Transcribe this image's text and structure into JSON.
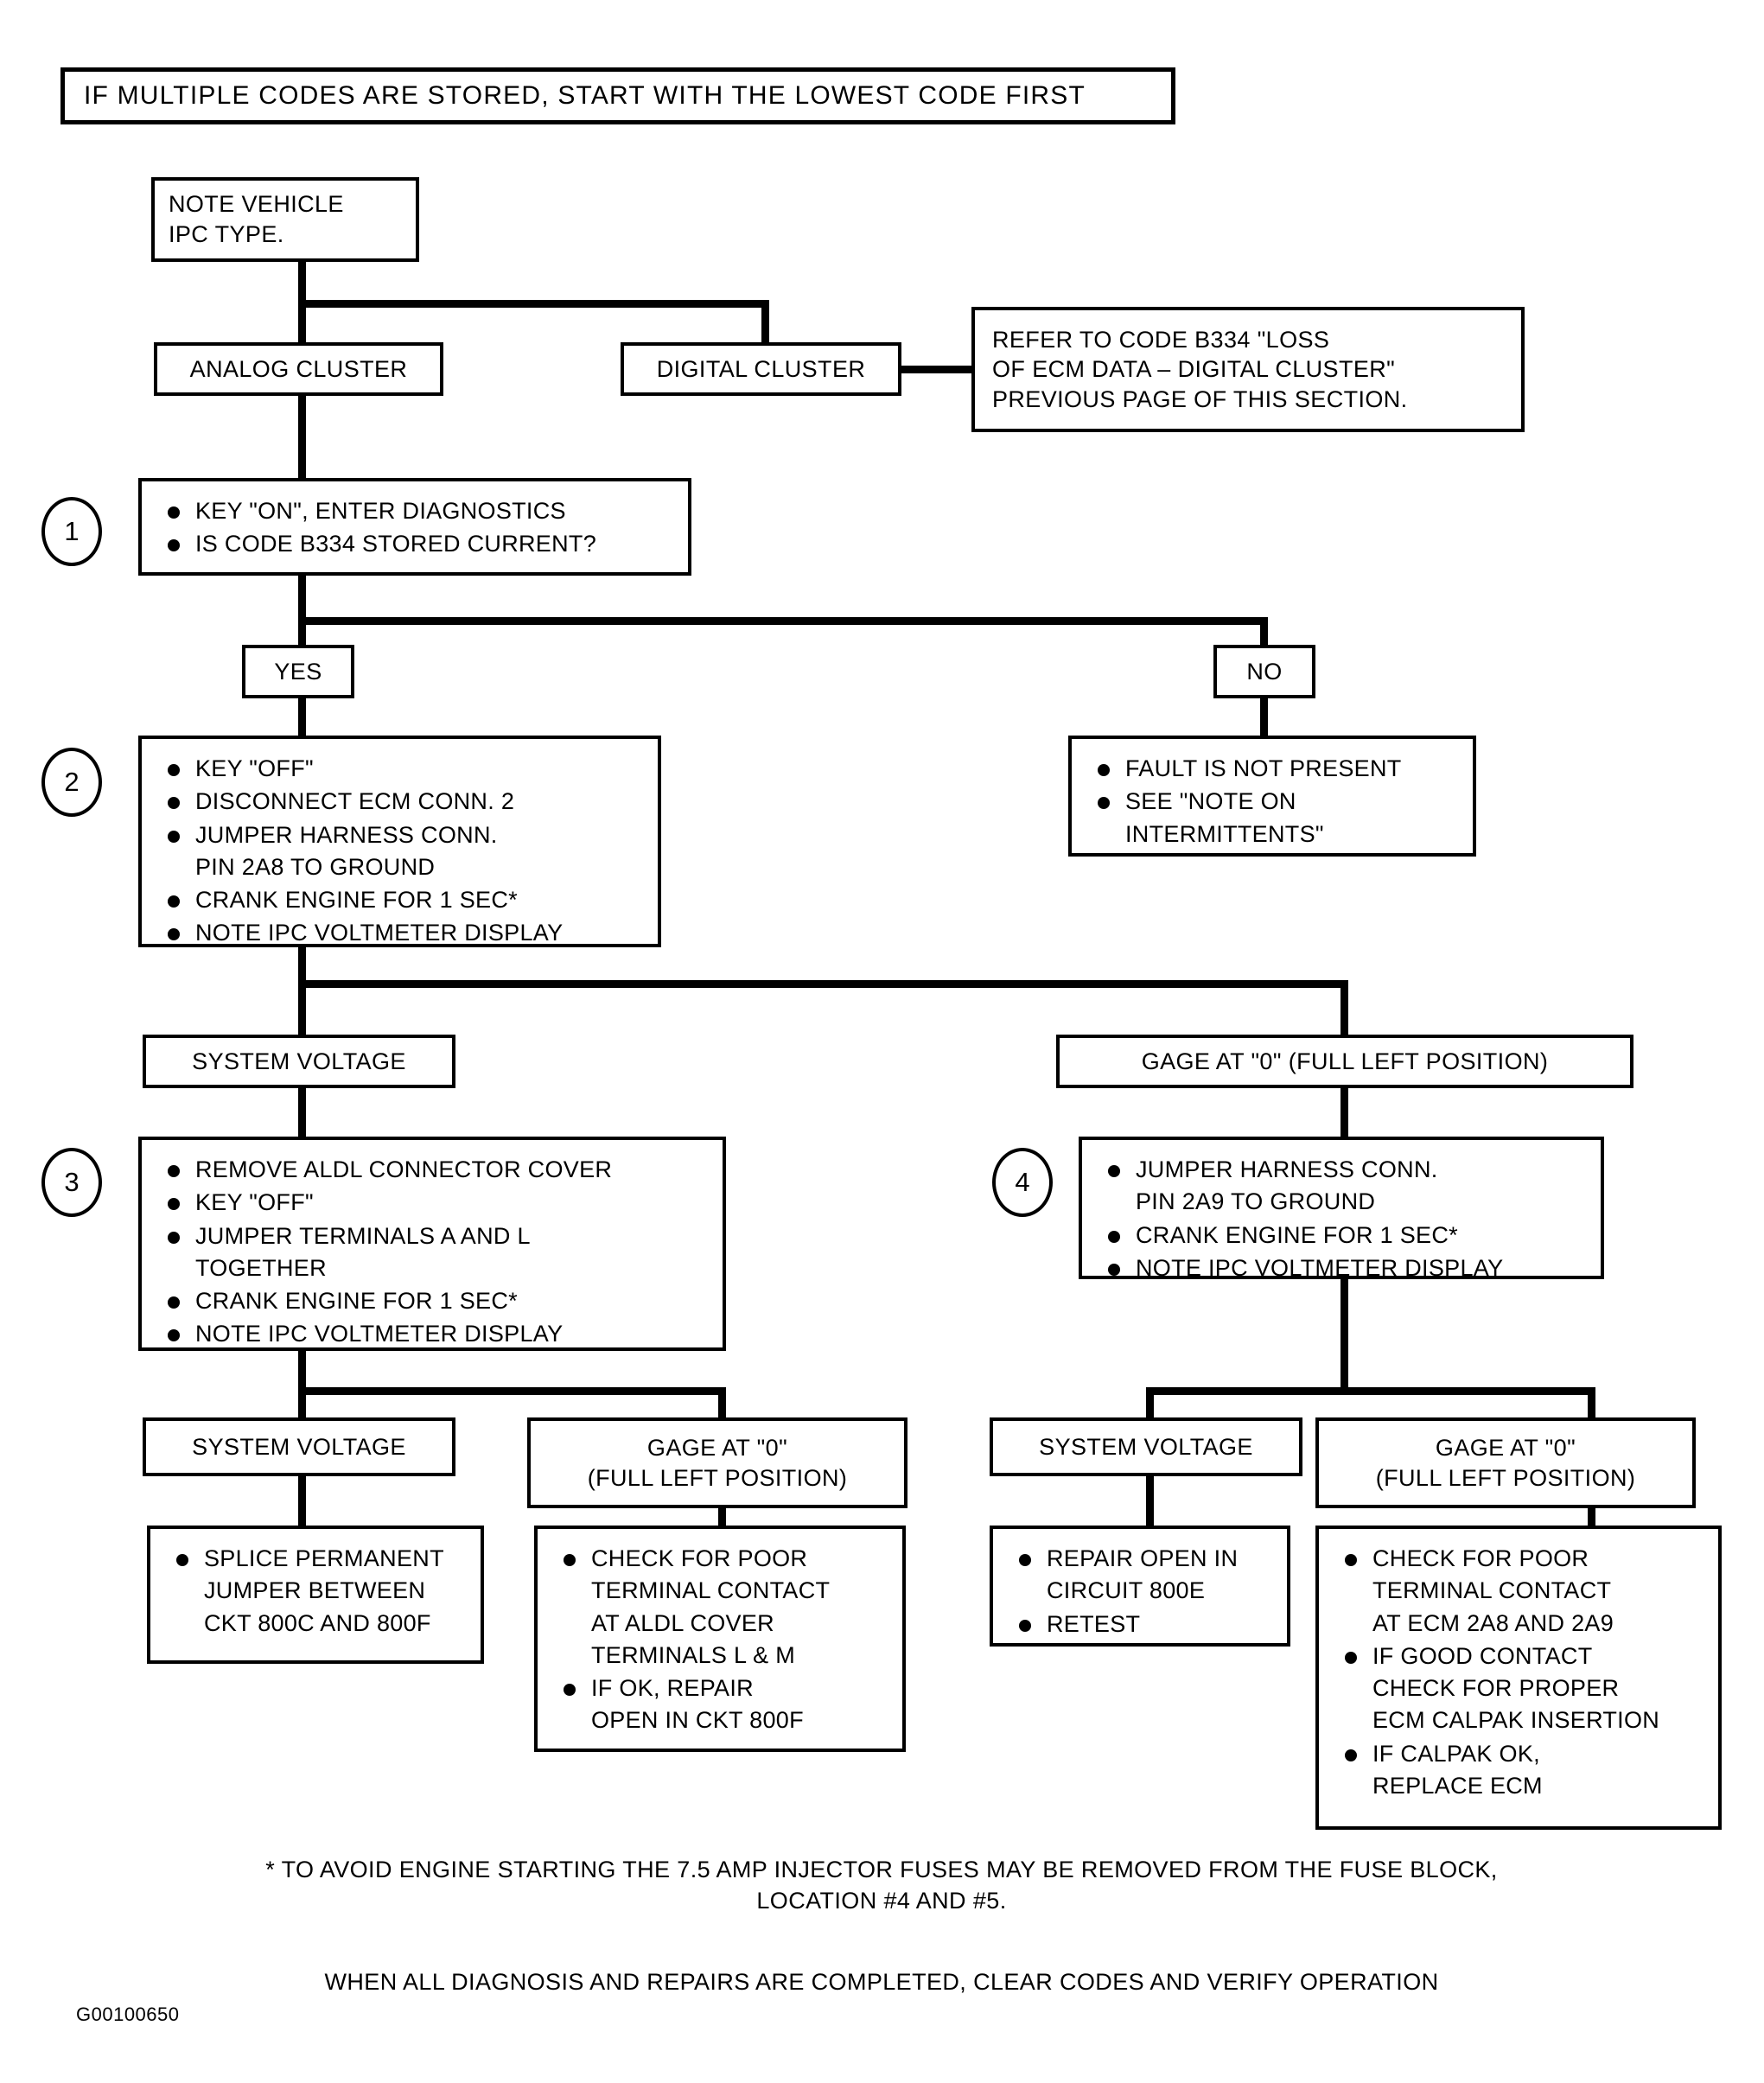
{
  "document": {
    "plate_id": "G00100650"
  },
  "banner": {
    "text": "IF MULTIPLE CODES ARE STORED, START WITH THE LOWEST CODE FIRST"
  },
  "nodes": {
    "note_vehicle": {
      "text": "NOTE VEHICLE\nIPC TYPE."
    },
    "analog_cluster": {
      "text": "ANALOG CLUSTER"
    },
    "digital_cluster": {
      "text": "DIGITAL CLUSTER"
    },
    "refer_code": {
      "text": "REFER TO CODE B334  \"LOSS\nOF ECM DATA – DIGITAL CLUSTER\"\nPREVIOUS PAGE OF THIS SECTION."
    },
    "yes": {
      "text": "YES"
    },
    "no": {
      "text": "NO"
    },
    "sys_volt_a": {
      "text": "SYSTEM VOLTAGE"
    },
    "gage_zero_a": {
      "text": "GAGE AT \"0\" (FULL LEFT POSITION)"
    },
    "sys_volt_b": {
      "text": "SYSTEM VOLTAGE"
    },
    "gage_zero_b": {
      "text": "GAGE AT  \"0\"\n(FULL LEFT POSITION)"
    },
    "sys_volt_c": {
      "text": "SYSTEM VOLTAGE"
    },
    "gage_zero_c": {
      "text": "GAGE AT  \"0\"\n(FULL LEFT POSITION)"
    }
  },
  "steps": [
    {
      "number": "1",
      "items": [
        "KEY \"ON\", ENTER DIAGNOSTICS",
        "IS CODE B334 STORED CURRENT?"
      ]
    },
    {
      "number": "2",
      "items": [
        "KEY \"OFF\"",
        "DISCONNECT ECM CONN. 2",
        "JUMPER HARNESS CONN.\nPIN 2A8 TO GROUND",
        "CRANK ENGINE FOR 1 SEC*",
        "NOTE IPC VOLTMETER DISPLAY"
      ]
    },
    {
      "number": "3",
      "items": [
        "REMOVE ALDL CONNECTOR COVER",
        "KEY \"OFF\"",
        "JUMPER TERMINALS A AND L\nTOGETHER",
        "CRANK ENGINE FOR 1 SEC*",
        "NOTE IPC VOLTMETER DISPLAY"
      ]
    },
    {
      "number": "4",
      "items": [
        "JUMPER HARNESS CONN.\nPIN 2A9 TO GROUND",
        "CRANK ENGINE FOR 1 SEC*",
        "NOTE IPC VOLTMETER DISPLAY"
      ]
    }
  ],
  "outcomes": {
    "fault_not_present": {
      "items": [
        "FAULT IS NOT PRESENT",
        "SEE \"NOTE ON\nINTERMITTENTS\""
      ]
    },
    "splice_jumper": {
      "items": [
        "SPLICE PERMANENT\nJUMPER BETWEEN\nCKT 800C AND 800F"
      ]
    },
    "check_aldl": {
      "items": [
        "CHECK FOR POOR\nTERMINAL CONTACT\nAT ALDL COVER\nTERMINALS L & M",
        "IF OK, REPAIR\nOPEN IN CKT 800F"
      ]
    },
    "repair_800e": {
      "items": [
        "REPAIR OPEN IN\nCIRCUIT 800E",
        "RETEST"
      ]
    },
    "check_ecm": {
      "items": [
        "CHECK FOR POOR\nTERMINAL CONTACT\nAT ECM 2A8 AND 2A9",
        "IF GOOD CONTACT\nCHECK FOR PROPER\nECM CALPAK INSERTION",
        "IF CALPAK OK,\nREPLACE ECM"
      ]
    }
  },
  "footnotes": {
    "asterisk_note": "* TO AVOID ENGINE STARTING THE 7.5 AMP INJECTOR FUSES MAY BE REMOVED FROM THE FUSE BLOCK,\nLOCATION #4 AND #5.",
    "closing_note": "WHEN ALL DIAGNOSIS AND REPAIRS ARE COMPLETED, CLEAR CODES AND VERIFY OPERATION"
  }
}
